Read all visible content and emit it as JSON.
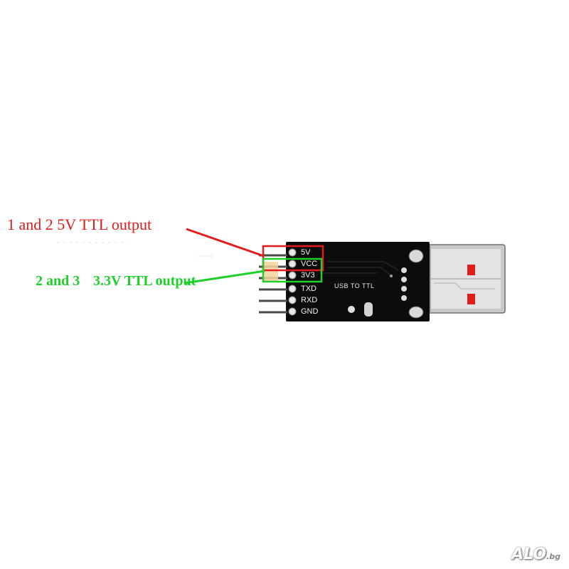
{
  "annotations": {
    "five_volt": {
      "text": "1 and 2 5V TTL output",
      "color": "#e41b1b"
    },
    "three_volt": {
      "prefix": "2 and 3",
      "text": "3.3V TTL output",
      "color": "#1fcf2a"
    }
  },
  "board": {
    "label": "USB TO TTL",
    "pins": [
      "5V",
      "VCC",
      "3V3",
      "TXD",
      "RXD",
      "GND"
    ],
    "pcb_color": "#0c0c0c"
  },
  "watermark": {
    "text": "ALO",
    "suffix": ".bg"
  }
}
